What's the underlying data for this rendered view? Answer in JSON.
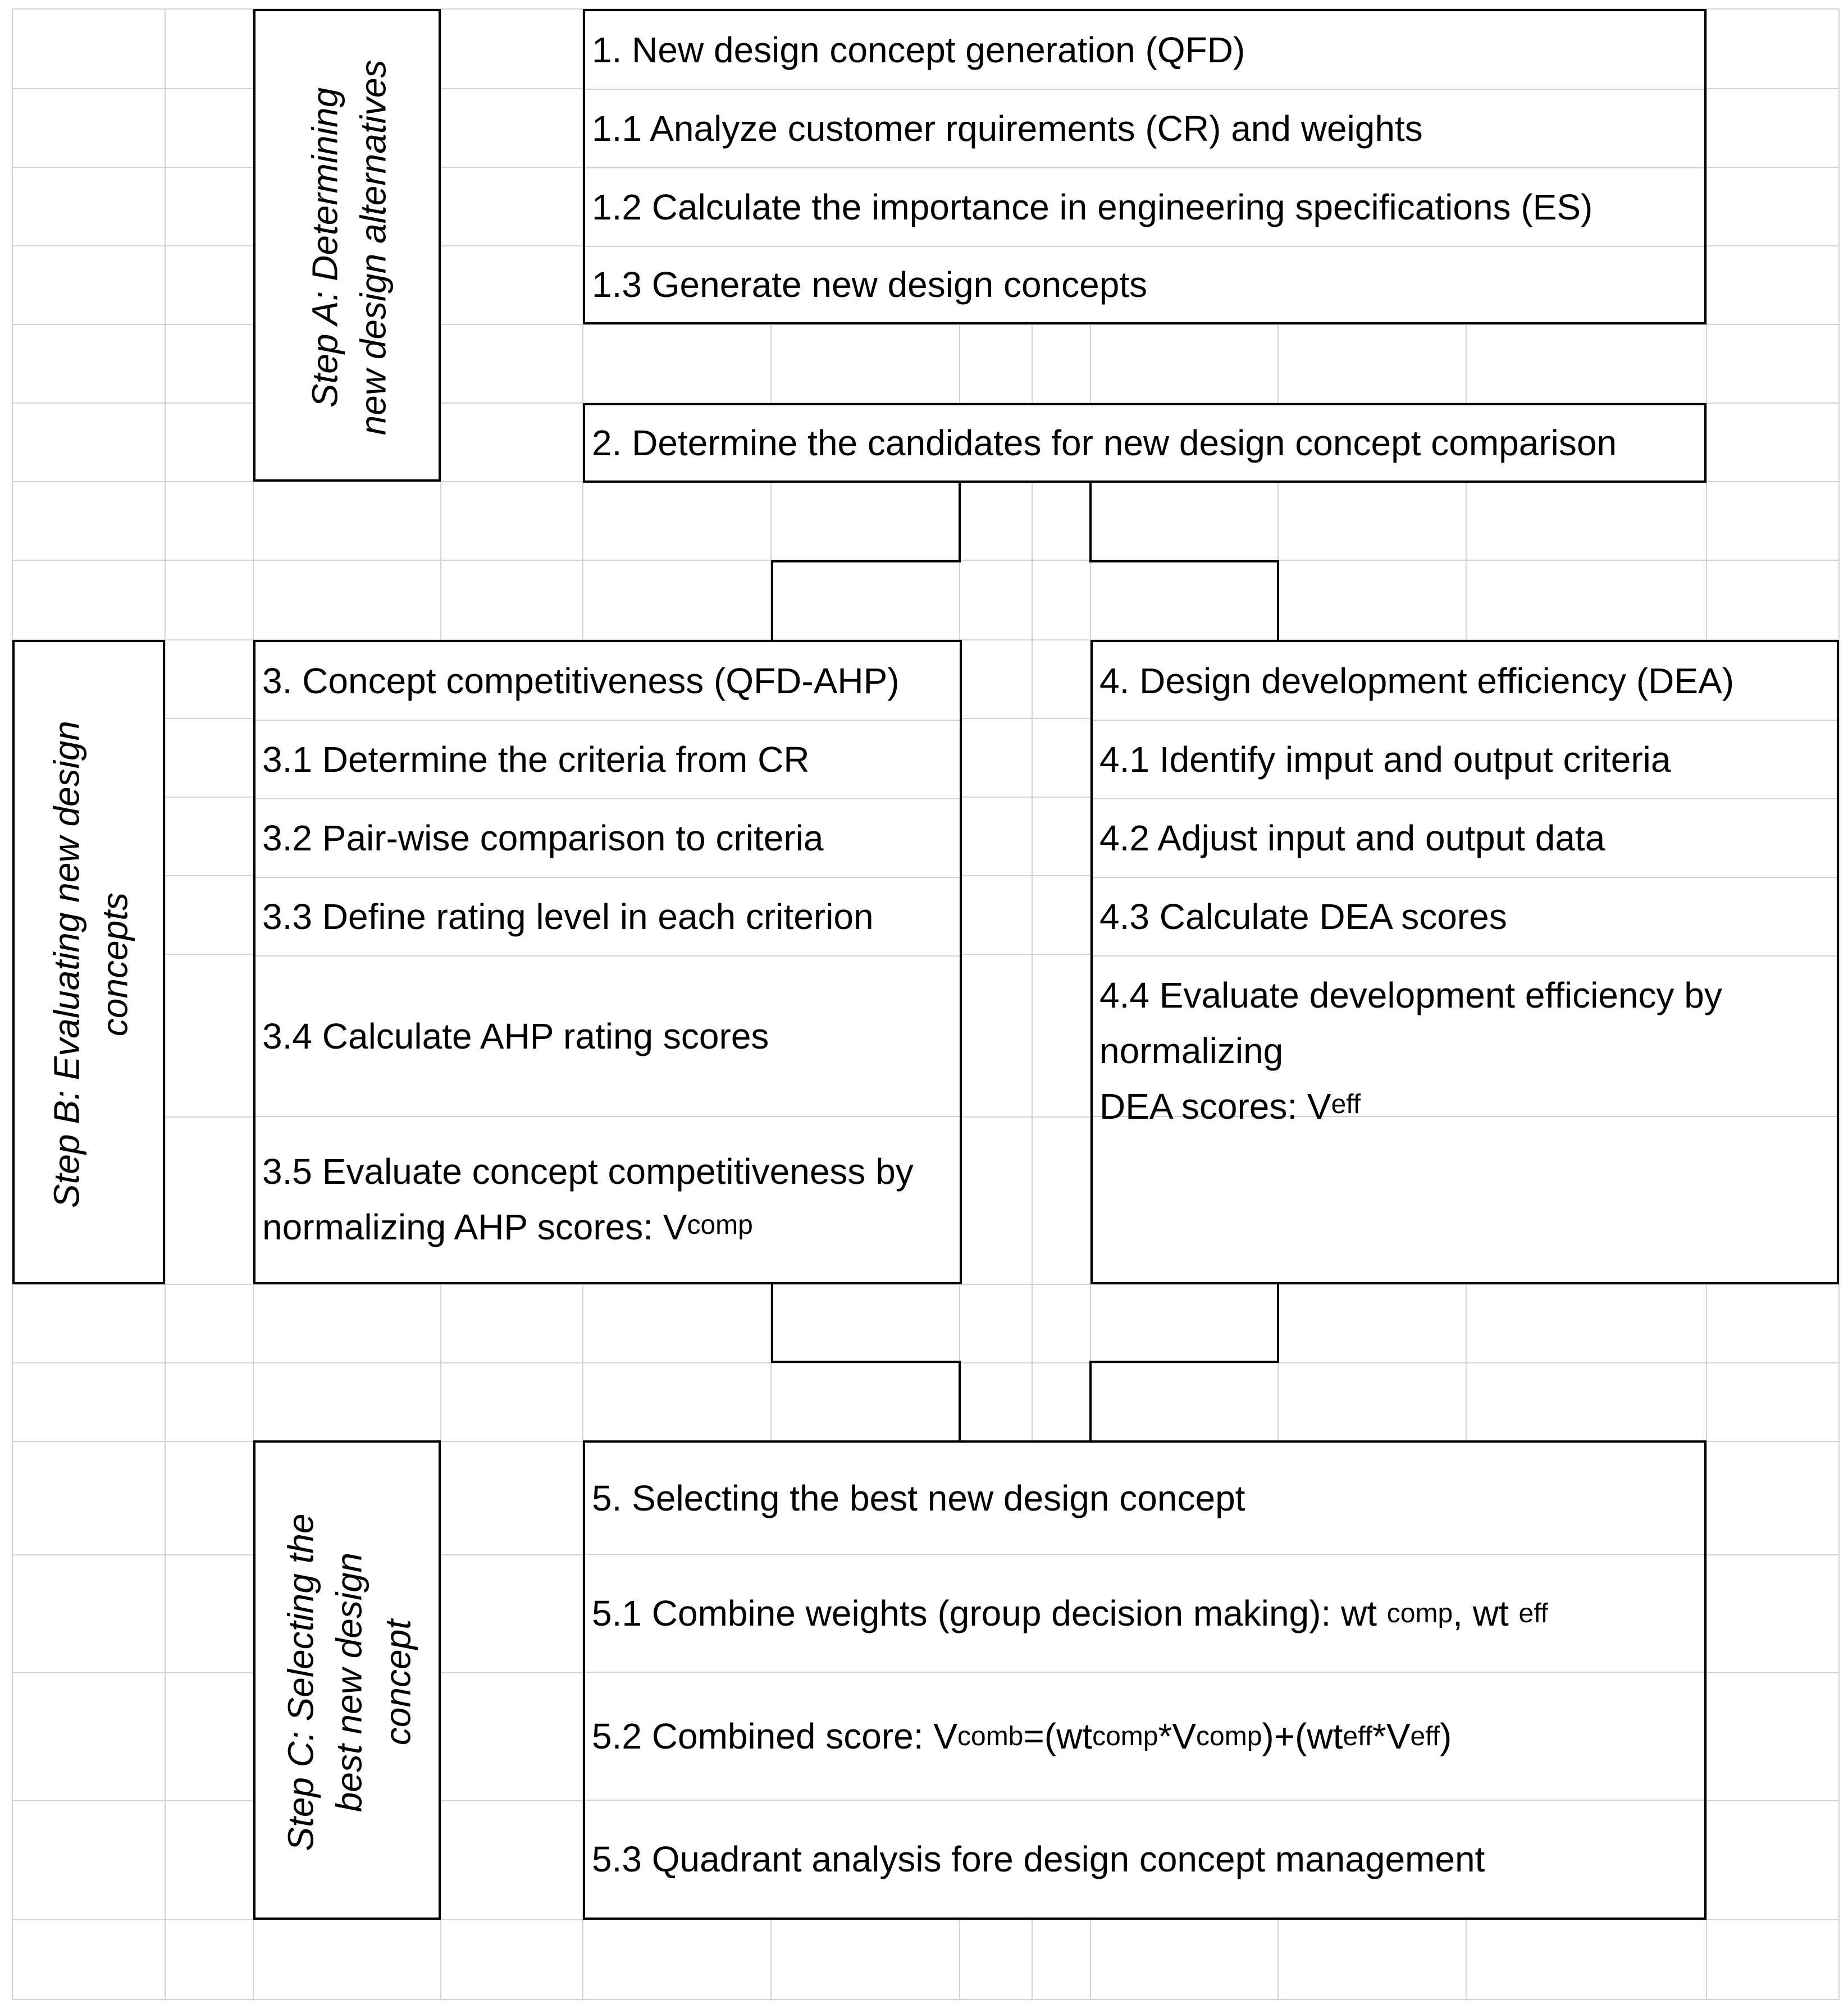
{
  "steps": {
    "a": [
      "Step A: Determining",
      "new design alternatives"
    ],
    "b": [
      "Step B: Evaluating new design",
      "concepts"
    ],
    "c": [
      "Step C: Selecting the",
      "best new design",
      "concept"
    ]
  },
  "box1": {
    "title": "1. New design concept generation (QFD)",
    "items": [
      "1.1 Analyze customer rquirements (CR) and weights",
      "1.2 Calculate the importance in engineering specifications (ES)",
      "1.3 Generate new design concepts"
    ]
  },
  "box2": {
    "title": "2. Determine the candidates for new design concept comparison"
  },
  "box3": {
    "title": "3. Concept competitiveness (QFD-AHP)",
    "items": [
      "3.1 Determine the criteria from CR",
      "3.2 Pair-wise comparison to criteria",
      "3.3 Define rating level in each criterion",
      "3.4 Calculate AHP rating scores"
    ],
    "item5_line1": "3.5 Evaluate concept competitiveness by",
    "item5_line2_prefix": "normalizing AHP scores: V",
    "item5_sub": "comp"
  },
  "box4": {
    "title": "4. Design development efficiency (DEA)",
    "items": [
      "4.1 Identify imput and output criteria",
      "4.2 Adjust input and output data",
      "4.3 Calculate DEA scores"
    ],
    "item4_line1": "4.4 Evaluate development efficiency by normalizing",
    "item4_line2_prefix": "DEA scores: V",
    "item4_sub": "eff"
  },
  "box5": {
    "title": "5. Selecting the best new design concept",
    "item1_prefix": "5.1 Combine weights (group decision making): wt ",
    "item1_sub1": "comp",
    "item1_mid": ", wt ",
    "item1_sub2": "eff",
    "item2_prefix": "5.2 Combined score: V",
    "item2_sub_comb": "comb",
    "item2_eq": "=(wt",
    "item2_sub_comp1": "comp",
    "item2_star1": "*V",
    "item2_sub_comp2": "comp",
    "item2_mid": ")+(wt",
    "item2_sub_eff1": "eff",
    "item2_star2": "*V",
    "item2_sub_eff2": "eff",
    "item2_end": ")",
    "item3": "5.3 Quadrant analysis fore design concept management"
  }
}
